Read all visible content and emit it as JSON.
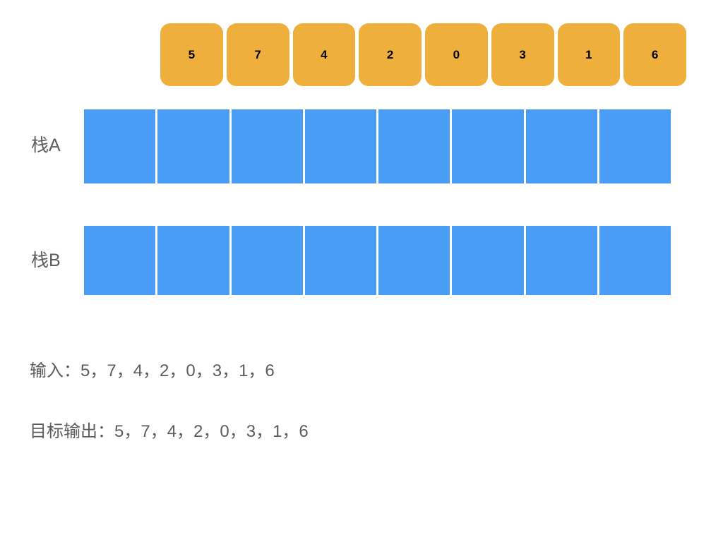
{
  "diagram": {
    "input_cards": [
      {
        "value": "5"
      },
      {
        "value": "7"
      },
      {
        "value": "4"
      },
      {
        "value": "2"
      },
      {
        "value": "0"
      },
      {
        "value": "3"
      },
      {
        "value": "1"
      },
      {
        "value": "6"
      }
    ],
    "stacks": [
      {
        "label": "栈A",
        "cells": [
          "",
          "",
          "",
          "",
          "",
          "",
          "",
          ""
        ]
      },
      {
        "label": "栈B",
        "cells": [
          "",
          "",
          "",
          "",
          "",
          "",
          "",
          ""
        ]
      }
    ],
    "captions": {
      "input": "输入：5，7，4，2，0，3，1，6",
      "output": "目标输出：5，7，4，2，0，3，1，6"
    },
    "colors": {
      "card_orange": "#EEAF3D",
      "stack_blue": "#4A9DF6",
      "text_gray": "#5C5C5C",
      "card_text": "#000000",
      "background": "#FFFFFF"
    }
  }
}
